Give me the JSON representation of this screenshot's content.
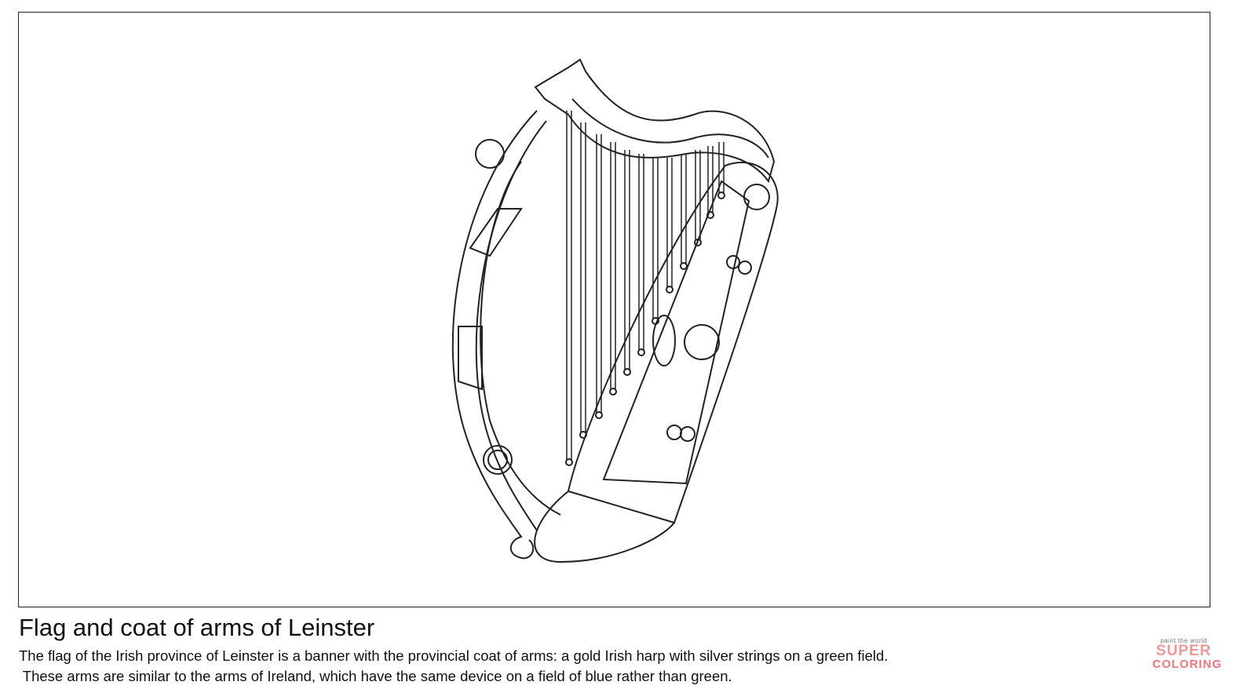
{
  "title": "Flag and coat of arms of Leinster",
  "description": [
    "The flag of the Irish province of Leinster is a banner with the provincial coat of arms: a gold Irish harp with silver strings on a green field.",
    " These arms are similar to the arms of Ireland, which have the same device on a field of blue rather than green."
  ],
  "logo": {
    "tagline": "paint the world",
    "line1": "SUPER",
    "line2": "COLORING"
  }
}
